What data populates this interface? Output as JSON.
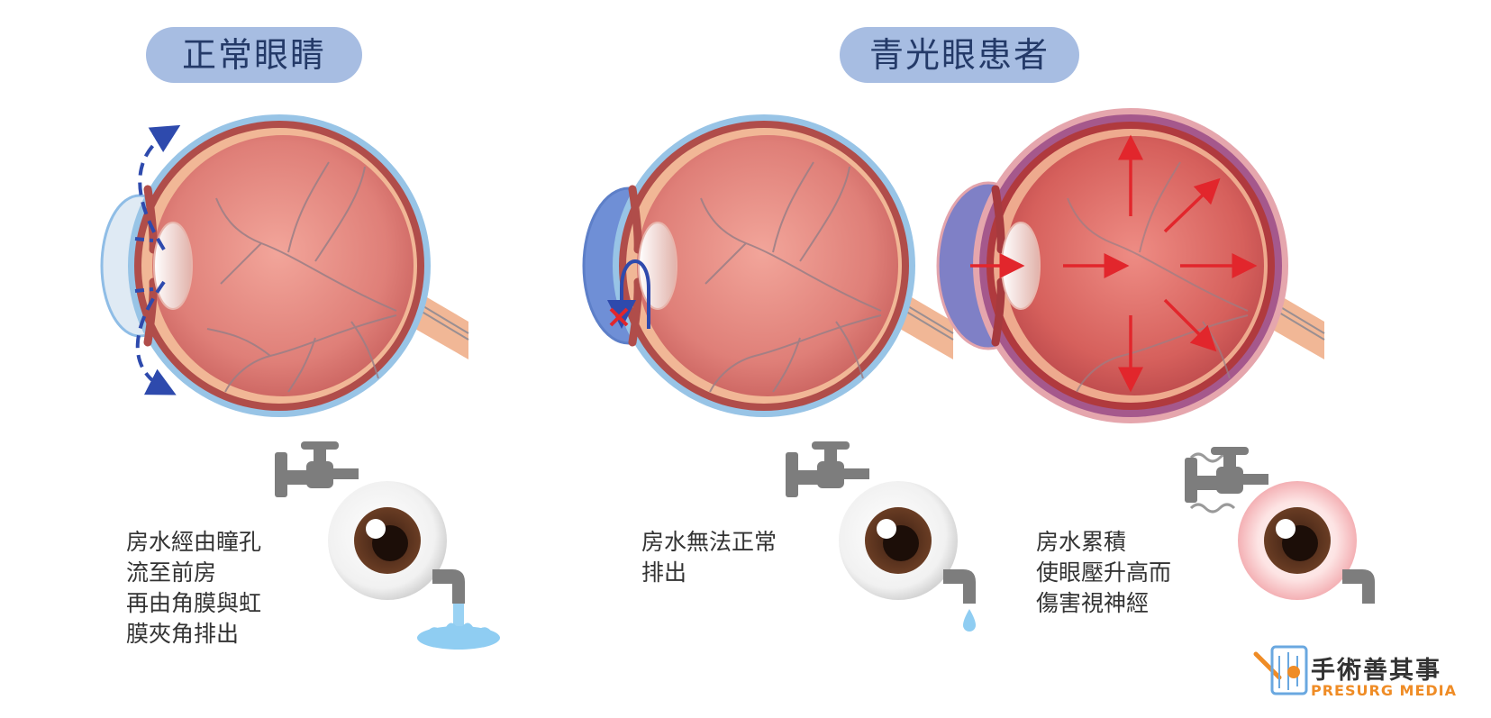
{
  "headers": {
    "normal": "正常眼睛",
    "glaucoma": "青光眼患者"
  },
  "captions": {
    "normal": [
      "房水經由瞳孔",
      "流至前房",
      "再由角膜與虹",
      "膜夾角排出"
    ],
    "blocked": [
      "房水無法正常",
      "排出"
    ],
    "pressure": [
      "房水累積",
      "使眼壓升高而",
      "傷害視神經"
    ]
  },
  "brand": {
    "name_zh": "手術善其事",
    "name_en": "PRESURG MEDIA"
  },
  "colors": {
    "header_pill": "#a7bde2",
    "eyeball": "#e07f78",
    "sclera": "#f1b796",
    "outer_layer": "#98c4e6",
    "flow_arrow": "#2e4aad",
    "pressure_arrow": "#e2262c",
    "iris_brown": "#5a3320",
    "faucet_gray": "#7d7d7d",
    "water_blue": "#8fcdf2",
    "brand_orange": "#ef8c26"
  },
  "icons": [
    "faucet-icon",
    "eye-icon",
    "water-splash-icon",
    "water-drop-icon",
    "heat-wave-icon",
    "presurg-logo"
  ]
}
